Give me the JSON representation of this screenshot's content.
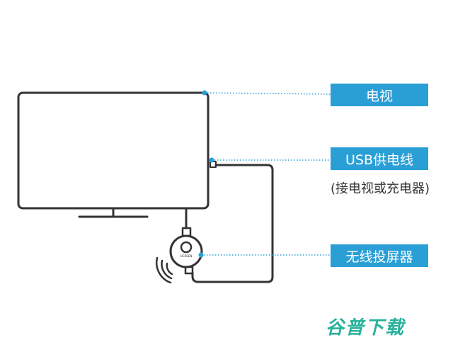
{
  "labels": {
    "tv": "电视",
    "usb_cable": "USB供电线",
    "usb_note": "(接电视或充电器)",
    "dongle": "无线投屏器"
  },
  "device_brand": "UGREEN",
  "watermark": "谷普下载",
  "colors": {
    "accent": "#2a9fd6",
    "line": "#333333",
    "watermark": "#27b19b"
  }
}
